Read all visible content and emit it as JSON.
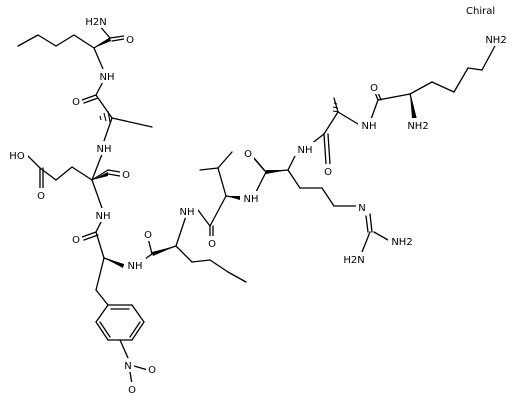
{
  "flag": "Chiral",
  "atoms": {
    "a_nh2_top": "H2N",
    "a_o_top": "O",
    "a_nh1": "NH",
    "a_o2": "O",
    "a_ho": "HO",
    "a_o_acid": "O",
    "a_nh_ala1": "NH",
    "a_o_glu": "O",
    "a_nh_glu": "NH",
    "a_o_phe": "O",
    "a_nh_phe": "NH",
    "a_o_nle2": "O",
    "a_nh_nle2": "NH",
    "a_o_val": "O",
    "a_nh_val": "NH",
    "a_o_arg": "O",
    "a_nh_arg": "NH",
    "a_o_ala2": "O",
    "a_nh_ala2": "NH",
    "a_o_lys": "O",
    "a_nh2_lys": "NH2",
    "a_nh2_lys_term": "NH2",
    "a_n_guan": "N",
    "a_nh2_g1": "NH2",
    "a_nh2_g2": "H2N",
    "a_n_nitro": "N",
    "a_o_n1": "O",
    "a_o_n2": "O"
  }
}
